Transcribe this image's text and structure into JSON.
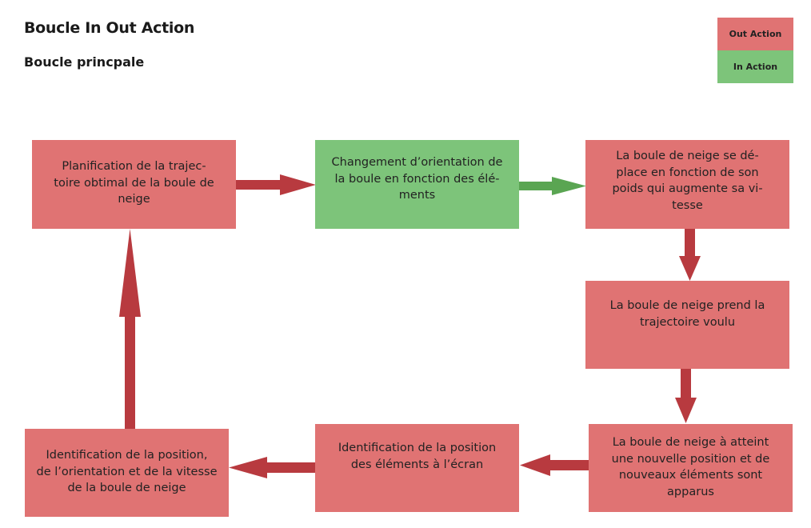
{
  "header": {
    "title": "Boucle In Out Action",
    "subtitle": "Boucle princpale"
  },
  "legend": {
    "out_label": "Out Action",
    "in_label": "In Action",
    "out_color": "#e07373",
    "in_color": "#7dc47a"
  },
  "nodes": {
    "planning": {
      "text": "Planification de la trajec-\ntoire obtimal de la boule de\nneige",
      "kind": "out"
    },
    "orientation_change": {
      "text": "Changement d’orientation de\nla boule en fonction des élé-\nments",
      "kind": "in"
    },
    "moves": {
      "text": "La boule de neige se dé-\nplace en fonction de son\npoids qui augmente sa vi-\ntesse",
      "kind": "out"
    },
    "takes_trajectory": {
      "text": "La boule de neige prend la\ntrajectoire voulu",
      "kind": "out"
    },
    "reached": {
      "text": "La boule de neige à atteint\nune nouvelle position et de\nnouveaux éléments sont\napparus",
      "kind": "out"
    },
    "identify_elements": {
      "text": "Identification de la position\ndes éléments à l’écran",
      "kind": "out"
    },
    "identify_ball": {
      "text": "Identification de la position,\nde l’orientation et de la vitesse\nde la boule de neige",
      "kind": "out"
    }
  },
  "edges": [
    {
      "from": "planning",
      "to": "orientation_change",
      "color": "#b83a3f"
    },
    {
      "from": "orientation_change",
      "to": "moves",
      "color": "#5aa552"
    },
    {
      "from": "moves",
      "to": "takes_trajectory",
      "color": "#b83a3f"
    },
    {
      "from": "takes_trajectory",
      "to": "reached",
      "color": "#b83a3f"
    },
    {
      "from": "reached",
      "to": "identify_elements",
      "color": "#b83a3f"
    },
    {
      "from": "identify_elements",
      "to": "identify_ball",
      "color": "#b83a3f"
    },
    {
      "from": "identify_ball",
      "to": "planning",
      "color": "#b83a3f"
    }
  ]
}
